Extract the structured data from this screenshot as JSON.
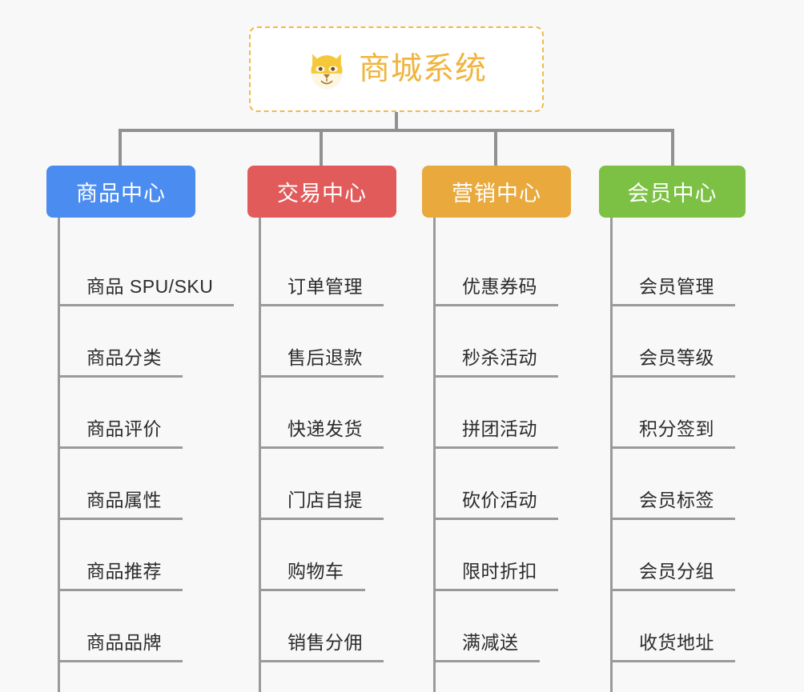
{
  "page": {
    "background_color": "#f8f8f8",
    "connector_color": "#919191",
    "leaf_line_color": "#9a9a9a",
    "leaf_text_color": "#2b2b2b"
  },
  "root": {
    "title": "商城系统",
    "icon": "dog-face-icon",
    "text_color": "#f0b43c",
    "border_color": "#f1b94a",
    "background_color": "#ffffff"
  },
  "categories": [
    {
      "title": "商品中心",
      "color": "#4a8cf0",
      "items": [
        "商品 SPU/SKU",
        "商品分类",
        "商品评价",
        "商品属性",
        "商品推荐",
        "商品品牌"
      ]
    },
    {
      "title": "交易中心",
      "color": "#e25b5b",
      "items": [
        "订单管理",
        "售后退款",
        "快递发货",
        "门店自提",
        "购物车",
        "销售分佣"
      ]
    },
    {
      "title": "营销中心",
      "color": "#e9a93c",
      "items": [
        "优惠券码",
        "秒杀活动",
        "拼团活动",
        "砍价活动",
        "限时折扣",
        "满减送"
      ]
    },
    {
      "title": "会员中心",
      "color": "#7cc143",
      "items": [
        "会员管理",
        "会员等级",
        "积分签到",
        "会员标签",
        "会员分组",
        "收货地址"
      ]
    }
  ]
}
